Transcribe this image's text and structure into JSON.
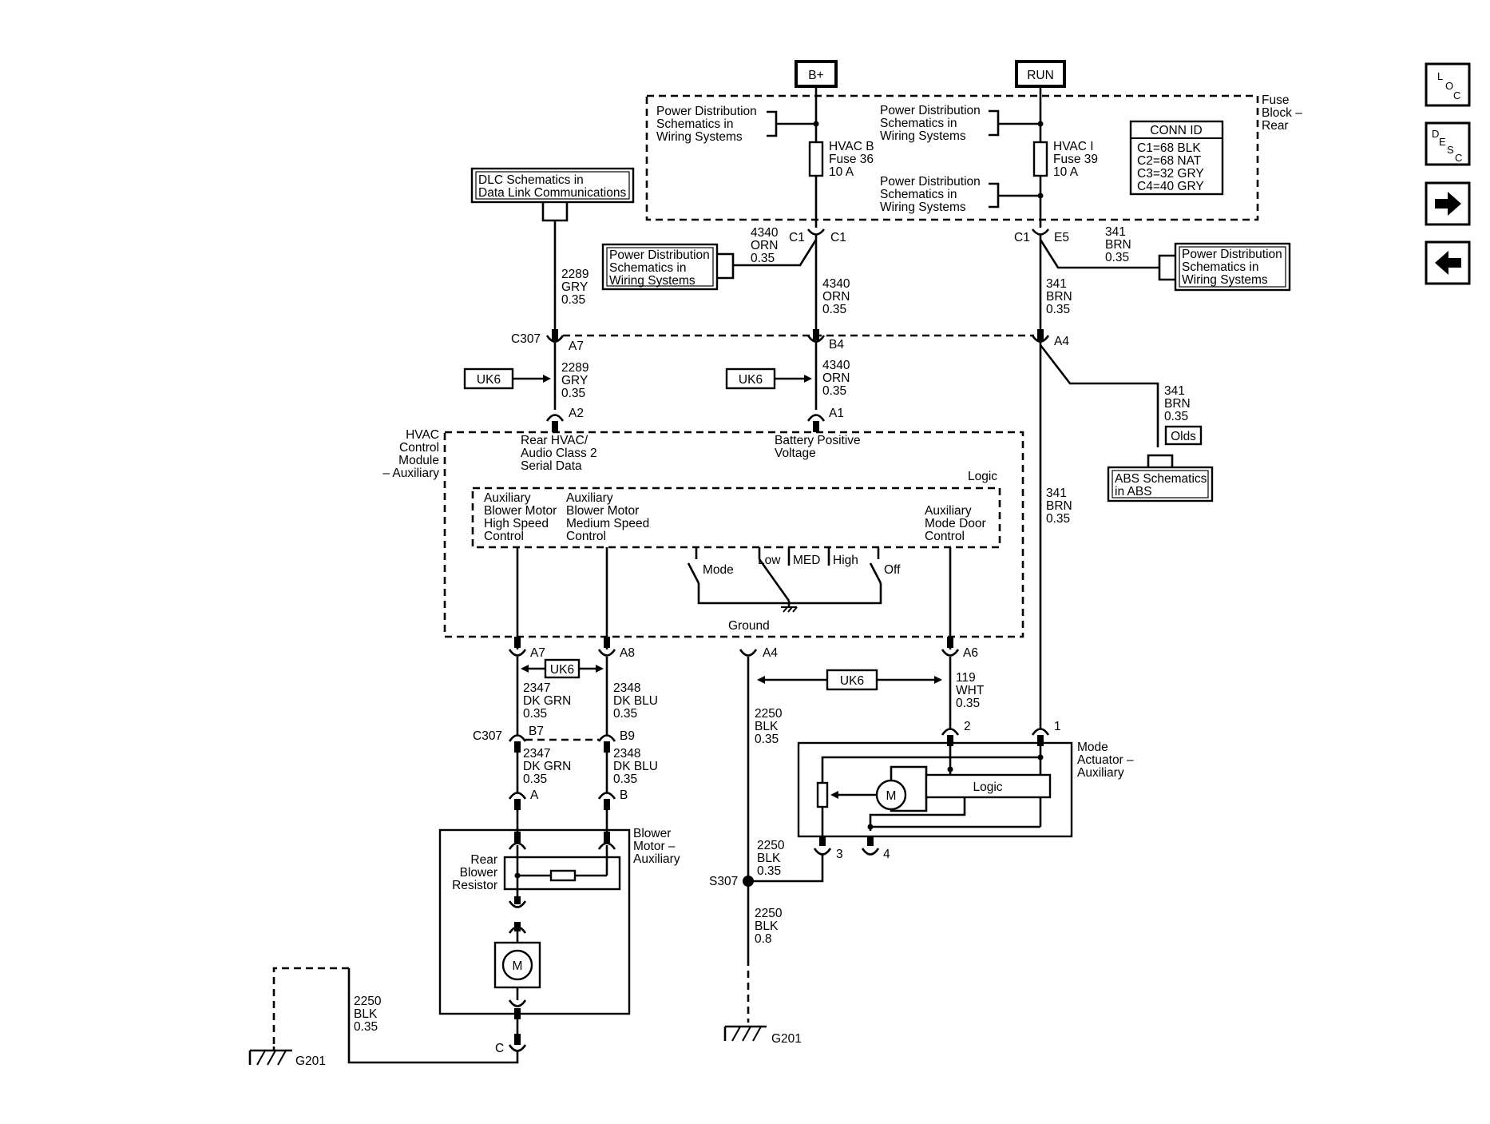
{
  "power": {
    "bplus": "B+",
    "run": "RUN"
  },
  "fuse_block": {
    "label": [
      "Fuse",
      "Block –",
      "Rear"
    ]
  },
  "conn_id": {
    "title": "CONN ID",
    "rows": [
      "C1=68 BLK",
      "C2=68 NAT",
      "C3=32 GRY",
      "C4=40 GRY"
    ]
  },
  "refs": {
    "power_dist": [
      "Power Distribution",
      "Schematics in",
      "Wiring Systems"
    ],
    "dlc": [
      "DLC Schematics in",
      "Data Link Communications"
    ],
    "abs": [
      "ABS Schematics",
      "in ABS"
    ]
  },
  "fuses": {
    "hvac_b": [
      "HVAC B",
      "Fuse 36",
      "10 A"
    ],
    "hvac_i": [
      "HVAC I",
      "Fuse 39",
      "10 A"
    ]
  },
  "wires": {
    "w4340": [
      "4340",
      "ORN",
      "0.35"
    ],
    "w341": [
      "341",
      "BRN",
      "0.35"
    ],
    "w2289": [
      "2289",
      "GRY",
      "0.35"
    ],
    "w2347": [
      "2347",
      "DK GRN",
      "0.35"
    ],
    "w2348": [
      "2348",
      "DK BLU",
      "0.35"
    ],
    "w2250a": [
      "2250",
      "BLK",
      "0.35"
    ],
    "w2250b": [
      "2250",
      "BLK",
      "0.8"
    ],
    "w119": [
      "119",
      "WHT",
      "0.35"
    ]
  },
  "connectors": {
    "c1": "C1",
    "e5": "E5",
    "c307": "C307",
    "a7": "A7",
    "b4": "B4",
    "a4": "A4",
    "a2": "A2",
    "a1": "A1",
    "a8": "A8",
    "a6": "A6",
    "b7": "B7",
    "b9": "B9",
    "a": "A",
    "b": "B",
    "c": "C",
    "p1": "1",
    "p2": "2",
    "p3": "3",
    "p4": "4",
    "s307": "S307",
    "g201": "G201"
  },
  "options": {
    "uk6": "UK6",
    "olds": "Olds"
  },
  "module": {
    "label": [
      "HVAC",
      "Control",
      "Module",
      "– Auxiliary"
    ],
    "rear_hvac": [
      "Rear HVAC/",
      "Audio Class 2",
      "Serial Data"
    ],
    "battery": [
      "Battery Positive",
      "Voltage"
    ],
    "logic": "Logic",
    "high_speed": [
      "Auxiliary",
      "Blower Motor",
      "High Speed",
      "Control"
    ],
    "medium_speed": [
      "Auxiliary",
      "Blower Motor",
      "Medium Speed",
      "Control"
    ],
    "mode_door": [
      "Auxiliary",
      "Mode Door",
      "Control"
    ],
    "switch": {
      "mode": "Mode",
      "low": "Low",
      "med": "MED",
      "high": "High",
      "off": "Off"
    },
    "ground": "Ground"
  },
  "blower": {
    "label": [
      "Blower",
      "Motor –",
      "Auxiliary"
    ],
    "resistor": [
      "Rear",
      "Blower",
      "Resistor"
    ],
    "motor": "M"
  },
  "actuator": {
    "label": [
      "Mode",
      "Actuator –",
      "Auxiliary"
    ],
    "motor": "M",
    "logic": "Logic"
  },
  "nav": {
    "loc": [
      "L",
      "O",
      "C"
    ],
    "desc": [
      "D",
      "E",
      "S",
      "C"
    ]
  }
}
